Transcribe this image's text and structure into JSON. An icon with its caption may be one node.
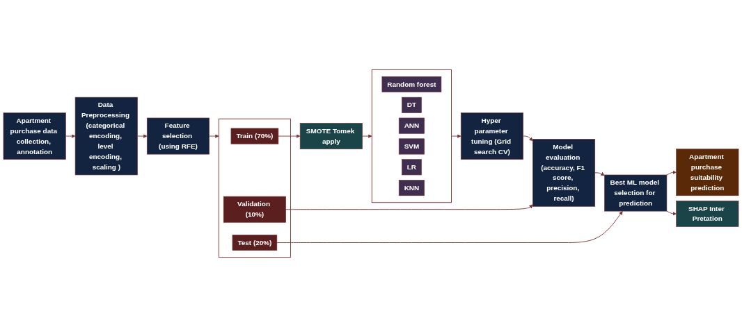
{
  "diagram": {
    "nodes": [
      {
        "text": [
          "Feature selection (using RFE)"
        ]
      },
      {
        "text": [
          "Apartment purchase data collection, annotation"
        ]
      },
      {
        "text": [
          "Data Preprocessing (categorical encoding, level encoding, scaling )"
        ]
      },
      {
        "text": [],
        "shape": "box"
      },
      {
        "text": [
          "Train (70%)"
        ],
        "in": 3
      },
      {
        "text": [
          "Validation (10%)"
        ],
        "in": 3
      },
      {
        "text": [
          "Test (20%)"
        ],
        "in": 3
      },
      {
        "text": [],
        "shape": "box"
      },
      {
        "text": [
          "Random forest"
        ],
        "in": 7
      },
      {
        "text": [
          "DT"
        ],
        "in": 7
      },
      {
        "text": [
          "ANN"
        ],
        "in": 7
      },
      {
        "text": [
          "SVM"
        ],
        "in": 7
      },
      {
        "text": [
          "LR"
        ],
        "in": 7
      },
      {
        "text": [
          "KNN"
        ],
        "in": 7
      },
      {
        "text": [
          "SMOTE Tomek apply"
        ]
      },
      {
        "text": [
          "Hyper parameter tuning (Grid search CV)"
        ]
      },
      {
        "text": [
          "Model evaluation (accuracy, F1 score, precision, recall)"
        ]
      },
      {
        "text": [
          "Apartment purchase suitability prediction"
        ]
      },
      {
        "text": [
          "Best ML model selection for prediction"
        ]
      },
      {
        "text": [
          "SHAP Inter Pretation"
        ]
      }
    ],
    "edges": [
      {
        "from": 1,
        "to": 2,
        "arrow": "to"
      },
      {
        "from": 2,
        "to": 0,
        "arrow": "to"
      },
      {
        "from": 0,
        "to": 3,
        "arrow": "to"
      },
      {
        "from": 4,
        "to": 14,
        "arrow": "to"
      },
      {
        "from": 14,
        "to": 7,
        "arrow": "to"
      },
      {
        "from": 7,
        "to": 15,
        "arrow": "to"
      },
      {
        "from": 15,
        "to": 16,
        "arrow": "to"
      },
      {
        "from": 5,
        "to": 16,
        "arrow": "to"
      },
      {
        "from": 16,
        "to": 18,
        "arrow": "to"
      },
      {
        "from": 18,
        "to": 17,
        "arrow": "to"
      },
      {
        "from": 6,
        "to": 18,
        "arrow": "to"
      },
      {
        "from": 18,
        "to": 19,
        "arrow": "to"
      }
    ]
  }
}
